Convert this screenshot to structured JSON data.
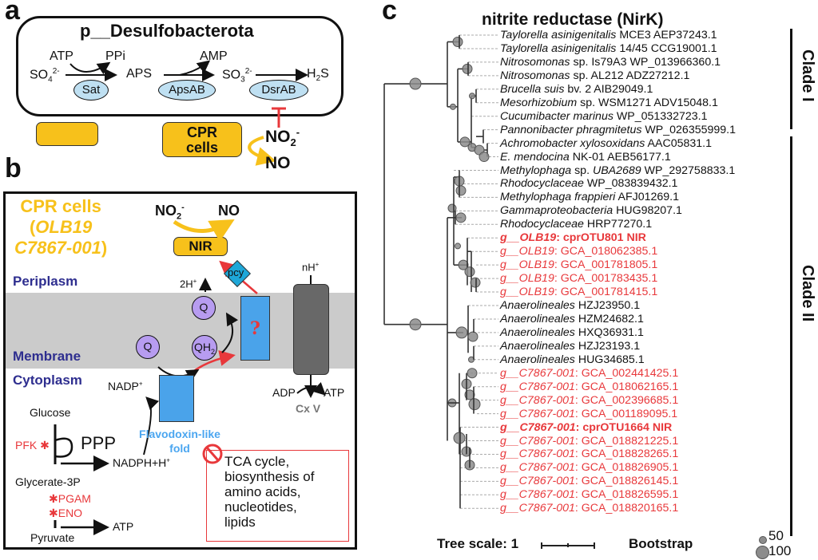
{
  "panels": {
    "a": {
      "letter": "a",
      "organism": "p__Desulfobacterota",
      "pathway": {
        "so4": "SO",
        "so4_sub": "4",
        "so4_sup": "2-",
        "atp": "ATP",
        "ppi": "PPi",
        "sat": "Sat",
        "aps": "APS",
        "amp": "AMP",
        "apsab": "ApsAB",
        "so3": "SO",
        "so3_sub": "3",
        "so3_sup": "2-",
        "dsrab": "DsrAB",
        "h2s": "H",
        "h2s_sub": "2",
        "h2s_tail": "S"
      },
      "cpr_line1": "CPR",
      "cpr_line2": "cells",
      "no2": "NO",
      "no2_sub": "2",
      "no2_sup": "-",
      "no": "NO"
    },
    "b": {
      "letter": "b",
      "title_line1": "CPR cells",
      "title_paren_open": "(",
      "title_line2": "OLB19",
      "title_line3": "C7867-001",
      "title_paren_close": ")",
      "no2": "NO",
      "no2_sub": "2",
      "no2_sup": "-",
      "no": "NO",
      "nir": "NIR",
      "pcy": "pcy",
      "two_h": "2H",
      "two_h_sup": "+",
      "nh": "nH",
      "nh_sup": "+",
      "periplasm": "Periplasm",
      "membrane": "Membrane",
      "cytoplasm": "Cytoplasm",
      "q1": "Q",
      "q2": "Q",
      "qh2": "QH",
      "qh2_sub": "2",
      "unknown": "?",
      "nadp": "NADP",
      "nadp_sup": "+",
      "adp": "ADP",
      "atp": "ATP",
      "cxv": "Cx V",
      "glucose": "Glucose",
      "pfk": "PFK",
      "ppp": "PPP",
      "nadph": "NADPH+H",
      "nadph_sup": "+",
      "flavodoxin1": "Flavodoxin-like",
      "flavodoxin2": "fold",
      "glycerate": "Glycerate-3P",
      "pgam": "PGAM",
      "eno": "ENO",
      "pyruvate": "Pyruvate",
      "atp2": "ATP",
      "missing_lines": [
        "TCA cycle,",
        "biosynthesis of",
        "amino acids,",
        "nucleotides,",
        "lipids"
      ]
    },
    "c": {
      "letter": "c",
      "title": "nitrite reductase (NirK)",
      "clades": [
        {
          "label": "Clade I"
        },
        {
          "label": "Clade II"
        }
      ],
      "tree_scale_label": "Tree scale: 1",
      "bootstrap_label": "Bootstrap",
      "bootstrap_legend": [
        {
          "value": "50"
        },
        {
          "value": "100"
        }
      ],
      "leaves": [
        {
          "italic": "Taylorella asinigenitalis",
          "rest": " MCE3 AEP37243.1",
          "color": "black",
          "bold": false
        },
        {
          "italic": "Taylorella asinigenitalis",
          "rest": " 14/45 CCG19001.1",
          "color": "black",
          "bold": false
        },
        {
          "italic": "Nitrosomonas",
          "rest": " sp. Is79A3 WP_013966360.1",
          "color": "black",
          "bold": false
        },
        {
          "italic": "Nitrosomonas",
          "rest": " sp. AL212 ADZ27212.1",
          "color": "black",
          "bold": false
        },
        {
          "italic": "Brucella suis",
          "rest": " bv. 2 AIB29049.1",
          "color": "black",
          "bold": false
        },
        {
          "italic": "Mesorhizobium",
          "rest": " sp. WSM1271 ADV15048.1",
          "color": "black",
          "bold": false
        },
        {
          "italic": "Cucumibacter marinus",
          "rest": " WP_051332723.1",
          "color": "black",
          "bold": false
        },
        {
          "italic": "Pannonibacter phragmitetus",
          "rest": " WP_026355999.1",
          "color": "black",
          "bold": false
        },
        {
          "italic": "Achromobacter xylosoxidans",
          "rest": " AAC05831.1",
          "color": "black",
          "bold": false
        },
        {
          "italic": "E. mendocina",
          "rest": " NK-01 AEB56177.1",
          "color": "black",
          "bold": false
        },
        {
          "italic": "Methylophaga",
          "rest": " sp. ",
          "italic2": "UBA2689",
          "rest2": " WP_292758833.1",
          "color": "black",
          "bold": false
        },
        {
          "italic": "Rhodocyclaceae",
          "rest": " WP_083839432.1",
          "color": "black",
          "bold": false
        },
        {
          "italic": "Methylophaga frappieri",
          "rest": " AFJ01269.1",
          "color": "black",
          "bold": false
        },
        {
          "italic": "Gammaproteobacteria",
          "rest": " HUG98207.1",
          "color": "black",
          "bold": false
        },
        {
          "italic": "Rhodocyclaceae",
          "rest": " HRP77270.1",
          "color": "black",
          "bold": false
        },
        {
          "italic": "g__OLB19",
          "rest": ": cprOTU801 NIR",
          "color": "red",
          "bold": true
        },
        {
          "italic": "g__OLB19",
          "rest": ": GCA_018062385.1",
          "color": "red",
          "bold": false
        },
        {
          "italic": "g__OLB19",
          "rest": ": GCA_001781805.1",
          "color": "red",
          "bold": false
        },
        {
          "italic": "g__OLB19",
          "rest": ": GCA_001783435.1",
          "color": "red",
          "bold": false
        },
        {
          "italic": "g__OLB19",
          "rest": ": GCA_001781415.1",
          "color": "red",
          "bold": false
        },
        {
          "italic": "Anaerolineales",
          "rest": " HZJ23950.1",
          "color": "black",
          "bold": false
        },
        {
          "italic": "Anaerolineales",
          "rest": " HZM24682.1",
          "color": "black",
          "bold": false
        },
        {
          "italic": "Anaerolineales",
          "rest": " HXQ36931.1",
          "color": "black",
          "bold": false
        },
        {
          "italic": "Anaerolineales",
          "rest": " HZJ23193.1",
          "color": "black",
          "bold": false
        },
        {
          "italic": "Anaerolineales",
          "rest": " HUG34685.1",
          "color": "black",
          "bold": false
        },
        {
          "italic": "g__C7867-001",
          "rest": ": GCA_002441425.1",
          "color": "red",
          "bold": false
        },
        {
          "italic": "g__C7867-001",
          "rest": ": GCA_018062165.1",
          "color": "red",
          "bold": false
        },
        {
          "italic": "g__C7867-001",
          "rest": ": GCA_002396685.1",
          "color": "red",
          "bold": false
        },
        {
          "italic": "g__C7867-001",
          "rest": ": GCA_001189095.1",
          "color": "red",
          "bold": false
        },
        {
          "italic": "g__C7867-001",
          "rest": ": cprOTU1664 NIR",
          "color": "red",
          "bold": true
        },
        {
          "italic": "g__C7867-001",
          "rest": ": GCA_018821225.1",
          "color": "red",
          "bold": false
        },
        {
          "italic": "g__C7867-001",
          "rest": ": GCA_018828265.1",
          "color": "red",
          "bold": false
        },
        {
          "italic": "g__C7867-001",
          "rest": ": GCA_018826905.1",
          "color": "red",
          "bold": false
        },
        {
          "italic": "g__C7867-001",
          "rest": ": GCA_018826145.1",
          "color": "red",
          "bold": false
        },
        {
          "italic": "g__C7867-001",
          "rest": ": GCA_018826595.1",
          "color": "red",
          "bold": false
        },
        {
          "italic": "g__C7867-001",
          "rest": ": GCA_018820165.1",
          "color": "red",
          "bold": false
        }
      ]
    }
  },
  "colors": {
    "cpr_yellow": "#f7c11b",
    "enzyme_blue": "#bfe0f2",
    "membrane_gray": "#cbcbcb",
    "protein_blue": "#4aa3ea",
    "q_purple": "#b79cf0",
    "atp_synthase": "#686868",
    "periplasm_text": "#2e2e8f",
    "flavodoxin_text": "#4ba6f0",
    "highlight_red": "#e8383b",
    "node_gray": "#8c8c8c"
  }
}
